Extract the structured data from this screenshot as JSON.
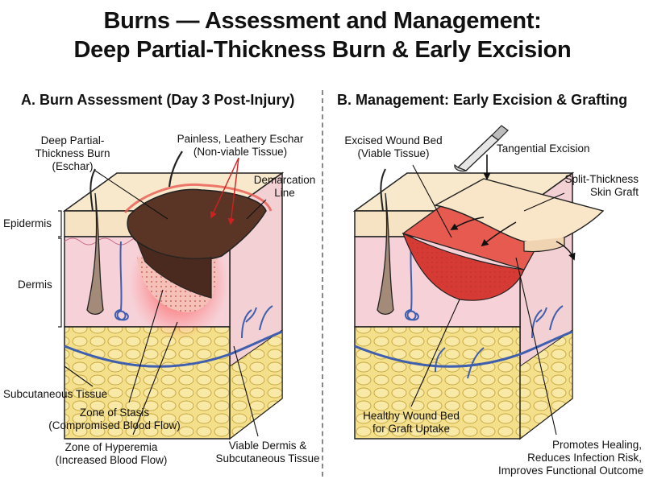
{
  "title": {
    "line1": "Burns — Assessment and Management:",
    "line2": "Deep Partial-Thickness Burn & Early Excision"
  },
  "panel_a": {
    "title": "A. Burn Assessment (Day 3 Post-Injury)",
    "labels": {
      "deep_burn_1": "Deep Partial-",
      "deep_burn_2": "Thickness Burn",
      "deep_burn_3": "(Eschar)",
      "eschar_1": "Painless, Leathery Eschar",
      "eschar_2": "(Non-viable Tissue)",
      "demarcation_1": "Demarcation",
      "demarcation_2": "Line",
      "epidermis": "Epidermis",
      "dermis": "Dermis",
      "subcutaneous": "Subcutaneous Tissue",
      "stasis_1": "Zone of Stasis",
      "stasis_2": "(Compromised Blood Flow)",
      "hyperemia_1": "Zone of Hyperemia",
      "hyperemia_2": "(Increased Blood Flow)",
      "viable_1": "Viable Dermis &",
      "viable_2": "Subcutaneous Tissue"
    }
  },
  "panel_b": {
    "title": "B. Management: Early Excision & Grafting",
    "labels": {
      "excised_1": "Excised Wound Bed",
      "excised_2": "(Viable Tissue)",
      "tangential": "Tangential Excision",
      "graft_1": "Split-Thickness",
      "graft_2": "Skin Graft",
      "healthy_1": "Healthy Wound Bed",
      "healthy_2": "for Graft Uptake",
      "promotes_1": "Promotes Healing,",
      "promotes_2": "Reduces Infection Risk,",
      "promotes_3": "Improves Functional Outcome"
    }
  },
  "colors": {
    "epidermis": "#f6e3c3",
    "dermis": "#f6d2d8",
    "fat": "#f4e08a",
    "eschar": "#5a3526",
    "wound": "#e0423c",
    "vessel": "#3f5fae",
    "stasis": "#f4c0b8"
  }
}
